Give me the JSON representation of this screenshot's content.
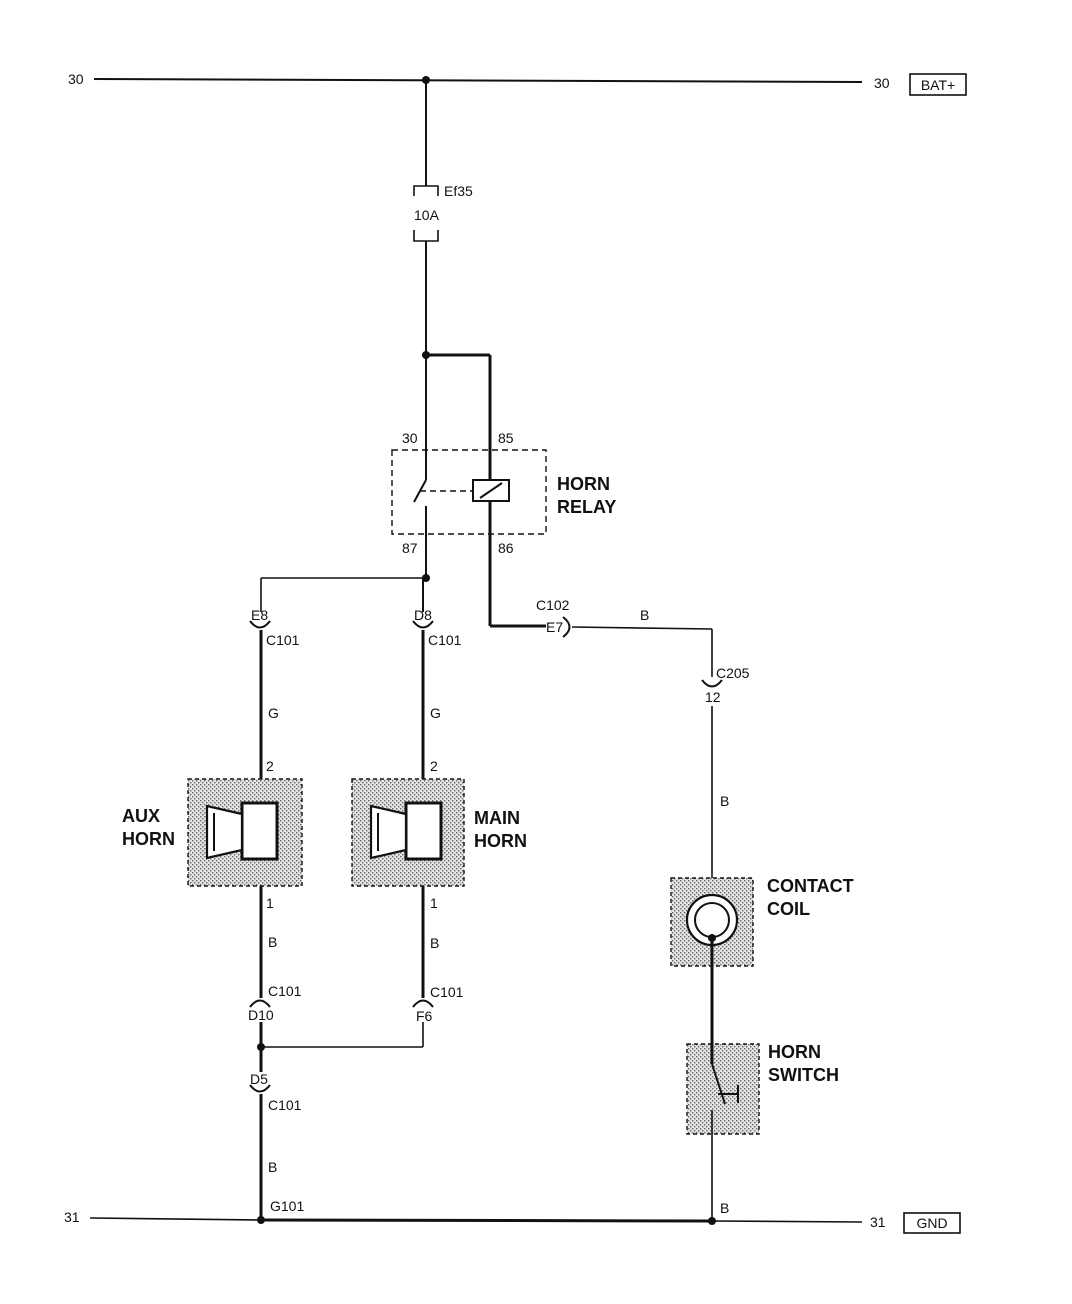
{
  "power": {
    "left_pin": "30",
    "right_pin": "30",
    "tag": "BAT+"
  },
  "ground": {
    "left_pin": "31",
    "right_pin": "31",
    "tag": "GND"
  },
  "fuse": {
    "name": "Ef35",
    "rating": "10A"
  },
  "relay": {
    "line1": "HORN",
    "line2": "RELAY",
    "pins": {
      "p30": "30",
      "p85": "85",
      "p87": "87",
      "p86": "86"
    }
  },
  "aux_horn": {
    "line1": "AUX",
    "line2": "HORN",
    "pin_top": "2",
    "pin_bottom": "1",
    "conn_top": {
      "pin": "E8",
      "name": "C101"
    },
    "wire_top": "G",
    "wire_bottom": "B",
    "conn_bottom": {
      "pin": "D10",
      "name": "C101"
    }
  },
  "main_horn": {
    "line1": "MAIN",
    "line2": "HORN",
    "pin_top": "2",
    "pin_bottom": "1",
    "conn_top": {
      "pin": "D8",
      "name": "C101"
    },
    "wire_top": "G",
    "wire_bottom": "B",
    "conn_bottom": {
      "pin": "F6",
      "name": "C101"
    }
  },
  "ground_link": {
    "conn": {
      "pin": "D5",
      "name": "C101"
    },
    "wire": "B",
    "ground_point": "G101"
  },
  "switch_circuit": {
    "c102": {
      "name": "C102",
      "pin": "E7"
    },
    "wire_1": "B",
    "c205": {
      "name": "C205",
      "pin": "12"
    },
    "wire_2": "B",
    "wire_3": "B"
  },
  "contact_coil": {
    "line1": "CONTACT",
    "line2": "COIL"
  },
  "horn_switch": {
    "line1": "HORN",
    "line2": "SWITCH"
  }
}
